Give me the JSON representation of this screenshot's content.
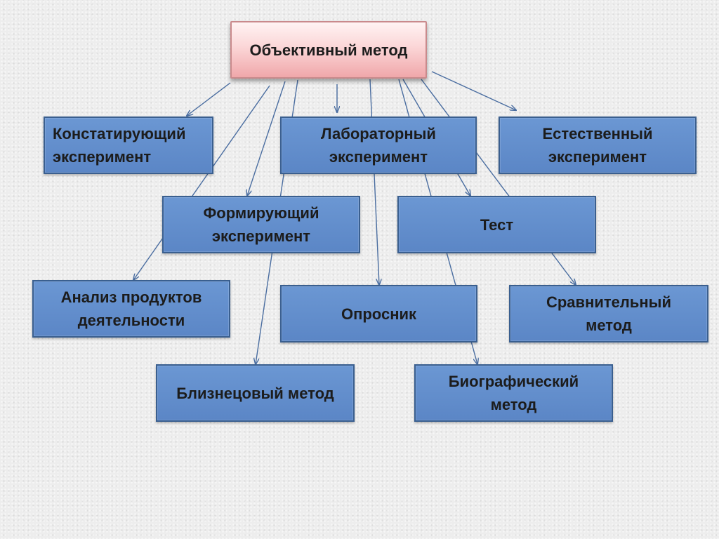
{
  "diagram": {
    "root": {
      "label": "Объективный метод"
    },
    "nodes": [
      {
        "id": "constating",
        "label": "Констатирующий\nэксперимент"
      },
      {
        "id": "laboratory",
        "label": "Лабораторный\nэксперимент"
      },
      {
        "id": "natural",
        "label": "Естественный\nэксперимент"
      },
      {
        "id": "forming",
        "label": "Формирующий\nэксперимент"
      },
      {
        "id": "test",
        "label": "Тест"
      },
      {
        "id": "activity-analysis",
        "label": "Анализ продуктов\nдеятельности"
      },
      {
        "id": "questionnaire",
        "label": "Опросник"
      },
      {
        "id": "comparative",
        "label": "Сравнительный\nметод"
      },
      {
        "id": "twin",
        "label": "Близнецовый метод"
      },
      {
        "id": "biographical",
        "label": "Биографический\nметод"
      }
    ],
    "colors": {
      "node_fill": "#5f8bcb",
      "node_border": "#3a5f8f",
      "root_fill": "#fbd6d7",
      "connector": "#4a6da0",
      "background": "#ededed"
    }
  }
}
